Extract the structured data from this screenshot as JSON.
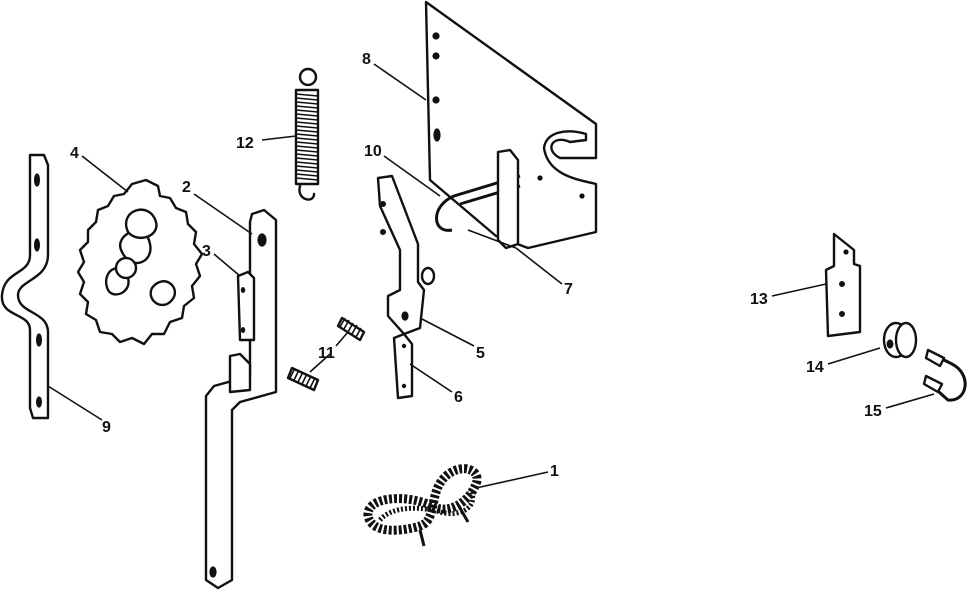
{
  "diagram": {
    "callouts": {
      "1": "1",
      "2": "2",
      "3": "3",
      "4": "4",
      "5": "5",
      "6": "6",
      "7": "7",
      "8": "8",
      "9": "9",
      "10": "10",
      "11": "11",
      "12": "12",
      "13": "13",
      "14": "14",
      "15": "15"
    }
  }
}
